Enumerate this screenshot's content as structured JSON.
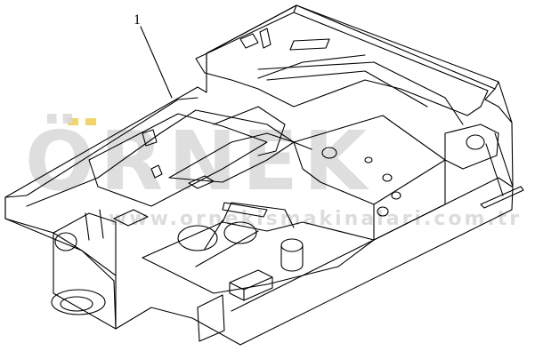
{
  "callout_label": "1",
  "watermark": {
    "brand": "ÖRNEK",
    "url": "www.ornekismakinalari.com.tr",
    "dot_color": "#f2d46a",
    "text_color": "#d9d9d9"
  },
  "line_color": "#000000"
}
